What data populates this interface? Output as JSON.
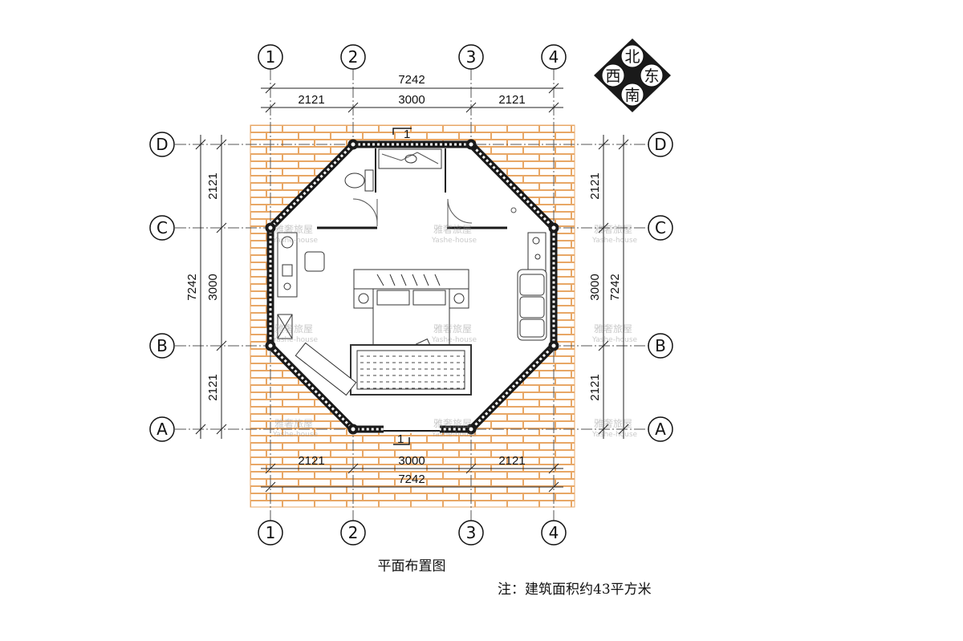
{
  "title": "平面布置图",
  "note": "注：建筑面积约43平方米",
  "axes": {
    "columns": [
      "1",
      "2",
      "3",
      "4"
    ],
    "rows": [
      "D",
      "C",
      "B",
      "A"
    ]
  },
  "dimensions": {
    "total": "7242",
    "side": "2121",
    "middle": "3000"
  },
  "section_mark": "1",
  "compass": {
    "north": "北",
    "west": "西",
    "east": "东",
    "south": "南"
  },
  "watermark": {
    "cn": "雅奢旅屋",
    "en": "Yashe-house"
  },
  "colors": {
    "brick": "#e8a766",
    "wall": "#1a1a1a",
    "line": "#222222"
  }
}
